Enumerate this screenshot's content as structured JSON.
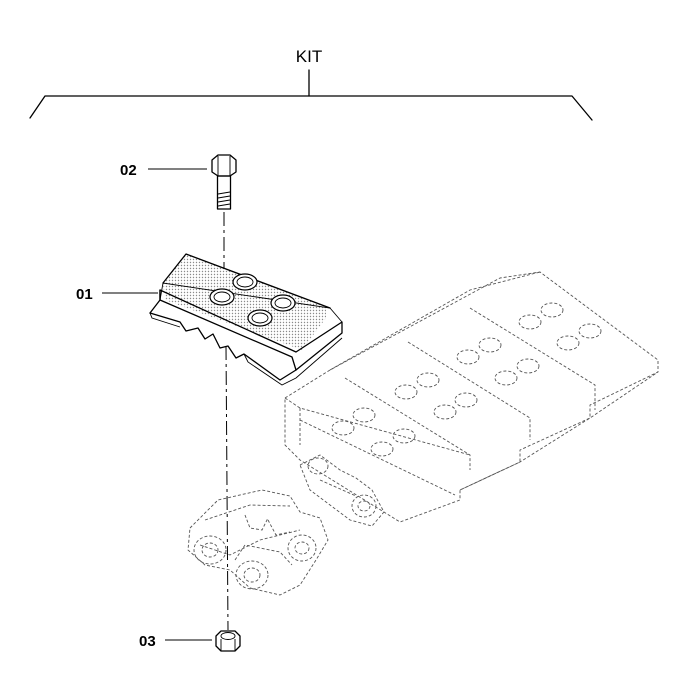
{
  "diagram": {
    "kit_label": "KIT",
    "callouts": [
      {
        "id": "02"
      },
      {
        "id": "01"
      },
      {
        "id": "03"
      }
    ]
  },
  "colors": {
    "line": "#000000",
    "phantom": "#555555",
    "shade": "#d6d6d6",
    "background": "#ffffff"
  }
}
